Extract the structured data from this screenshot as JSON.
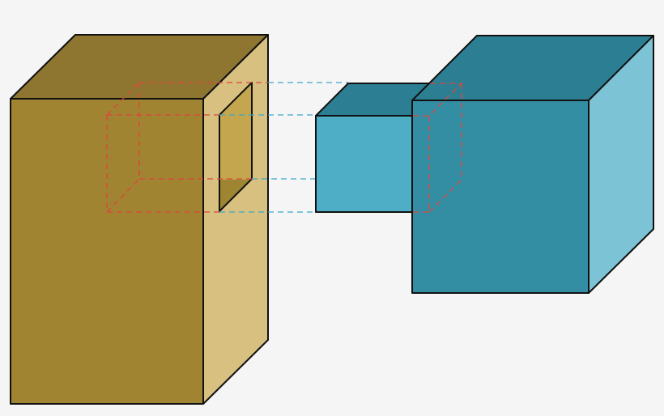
{
  "colors": {
    "background": "#f5f5f5",
    "outline": "#111111",
    "block_front": "#a08432",
    "block_top": "#8f7630",
    "block_side": "#d7c080",
    "mortise_back": "#c4a64e",
    "mortise_floor": "#9e8532",
    "tenon_front": "#4eaec6",
    "tenon_top": "#2c7f92",
    "cube_front": "#338ea3",
    "cube_top": "#2c7f92",
    "cube_side": "#7dc3d6",
    "hidden_edge_red": "#e0453c",
    "projection_blue": "#3aa6c8"
  },
  "parts": {
    "mortise_block": "mortise-block",
    "tenon": "tenon",
    "tenon_cube": "tenon-cube",
    "hidden_outline": "hidden-mortise-outline",
    "projection_lines": "projection-lines"
  }
}
